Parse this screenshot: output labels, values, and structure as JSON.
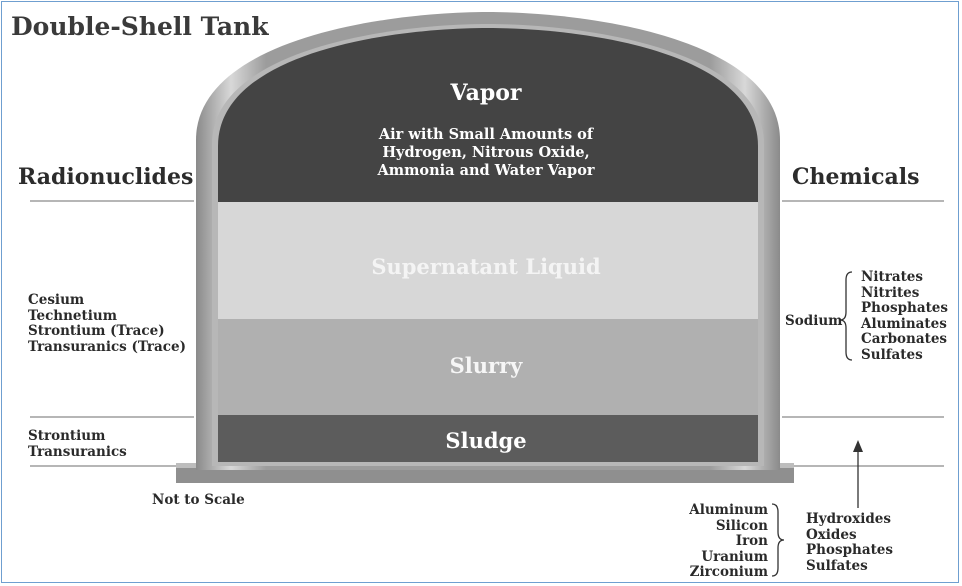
{
  "title": "Double-Shell Tank",
  "headings": {
    "left": "Radionuclides",
    "right": "Chemicals"
  },
  "layers": {
    "vapor": {
      "label": "Vapor",
      "description": [
        "Air with Small Amounts of",
        "Hydrogen, Nitrous Oxide,",
        "Ammonia and Water Vapor"
      ]
    },
    "supernatant": {
      "label": "Supernatant Liquid"
    },
    "slurry": {
      "label": "Slurry"
    },
    "sludge": {
      "label": "Sludge"
    }
  },
  "radionuclides": {
    "upper": [
      "Cesium",
      "Technetium",
      "Strontium (Trace)",
      "Transuranics (Trace)"
    ],
    "lower": [
      "Strontium",
      "Transuranics"
    ]
  },
  "chemicals": {
    "upper_group": "Sodium",
    "upper": [
      "Nitrates",
      "Nitrites",
      "Phosphates",
      "Aluminates",
      "Carbonates",
      "Sulfates"
    ],
    "metals": [
      "Aluminum",
      "Silicon",
      "Iron",
      "Uranium",
      "Zirconium"
    ],
    "compounds": [
      "Hydroxides",
      "Oxides",
      "Phosphates",
      "Sulfates"
    ]
  },
  "note": "Not to Scale",
  "colors": {
    "vapor": "#444444",
    "supernatant": "#d7d7d7",
    "slurry": "#b0b0b0",
    "sludge": "#5c5c5c",
    "shell": "#9a9a9a",
    "frame": "#6f9fd0"
  }
}
